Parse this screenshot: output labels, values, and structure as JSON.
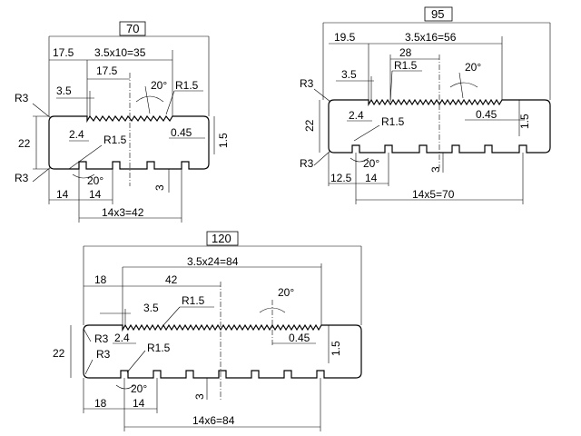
{
  "profile_70": {
    "width_label": "70",
    "d_17_5": "17.5",
    "d_grooves": "3.5x10=35",
    "d_17_5_b": "17.5",
    "d_3_5": "3.5",
    "d_20deg": "20°",
    "d_r1_5_top": "R1.5",
    "d_r3_top": "R3",
    "d_22": "22",
    "d_2_4": "2.4",
    "d_r1_5": "R1.5",
    "d_0_45": "0.45",
    "d_1_5": "1.5",
    "d_r3_bot": "R3",
    "d_20deg_b": "20°",
    "d_3": "3",
    "d_14_a": "14",
    "d_14_b": "14",
    "d_14x3": "14x3=42"
  },
  "profile_95": {
    "width_label": "95",
    "d_19_5": "19.5",
    "d_grooves": "3.5x16=56",
    "d_28": "28",
    "d_r1_5_top": "R1.5",
    "d_3_5": "3.5",
    "d_20deg": "20°",
    "d_r3_top": "R3",
    "d_22": "22",
    "d_2_4": "2.4",
    "d_r1_5": "R1.5",
    "d_0_45": "0.45",
    "d_1_5": "1.5",
    "d_r3_bot": "R3",
    "d_20deg_b": "20°",
    "d_3": "3",
    "d_12_5": "12.5",
    "d_14": "14",
    "d_14x5": "14x5=70"
  },
  "profile_120": {
    "width_label": "120",
    "d_grooves": "3.5x24=84",
    "d_18": "18",
    "d_42": "42",
    "d_3_5": "3.5",
    "d_r1_5_top": "R1.5",
    "d_20deg": "20°",
    "d_r3_a": "R3",
    "d_r3_b": "R3",
    "d_22": "22",
    "d_2_4": "2.4",
    "d_r1_5": "R1.5",
    "d_0_45": "0.45",
    "d_1_5": "1.5",
    "d_20deg_b": "20°",
    "d_3": "3",
    "d_18_b": "18",
    "d_14": "14",
    "d_14x6": "14x6=84"
  }
}
